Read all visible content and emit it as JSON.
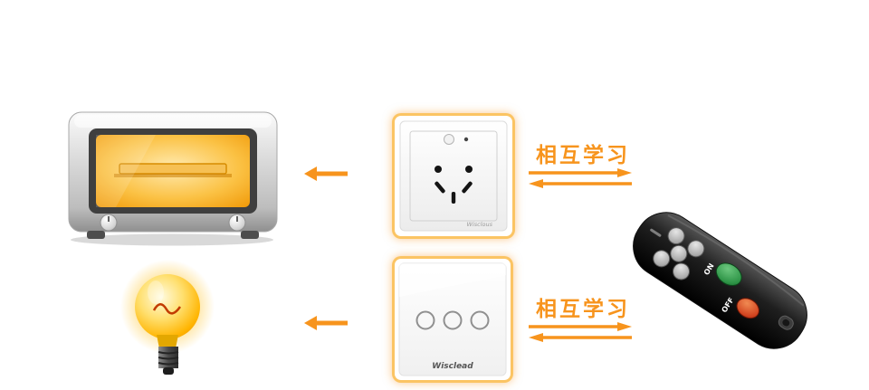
{
  "colors": {
    "accent": "#f7941d",
    "glow_border": "#fbc463"
  },
  "labels": {
    "learn_top": "相互学习",
    "learn_bottom": "相互学习"
  },
  "socket": {
    "brand": "Wisclous"
  },
  "switch_panel": {
    "brand": "Wisclead"
  },
  "remote": {
    "on_label": "ON",
    "off_label": "OFF"
  }
}
